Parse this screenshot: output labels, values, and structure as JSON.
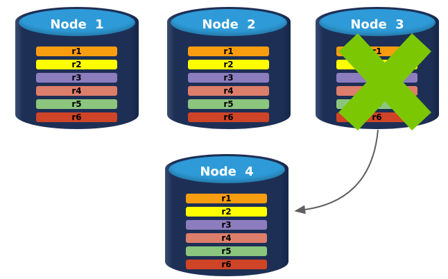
{
  "diagram": {
    "type": "database-replication-failover",
    "nodes": [
      {
        "label": "Node 1",
        "failed": false,
        "partitions": [
          "r1",
          "r2",
          "r3",
          "r4",
          "r5",
          "r6"
        ]
      },
      {
        "label": "Node 2",
        "failed": false,
        "partitions": [
          "r1",
          "r2",
          "r3",
          "r4",
          "r5",
          "r6"
        ]
      },
      {
        "label": "Node 3",
        "failed": true,
        "partitions": [
          "r1",
          "r2",
          "r3",
          "r4",
          "r5",
          "r6"
        ]
      },
      {
        "label": "Node 4",
        "failed": false,
        "partitions": [
          "r1",
          "r2",
          "r3",
          "r4",
          "r5",
          "r6"
        ]
      }
    ],
    "partition_colors": {
      "r1": "#F99D10",
      "r2": "#FFFF00",
      "r3": "#8C7DBE",
      "r4": "#DD7E6B",
      "r5": "#8BC57E",
      "r6": "#CF4426"
    },
    "colors": {
      "cylinder_body": "#1E2F55",
      "cylinder_top": "#2E9BD8",
      "node_label_text": "#FFFFFF",
      "partition_label_text": "#000000",
      "failure_x": "#7CC704",
      "arrow": "#5F5F5F"
    },
    "arrow": {
      "from": "Node 3",
      "to": "Node 4"
    }
  }
}
